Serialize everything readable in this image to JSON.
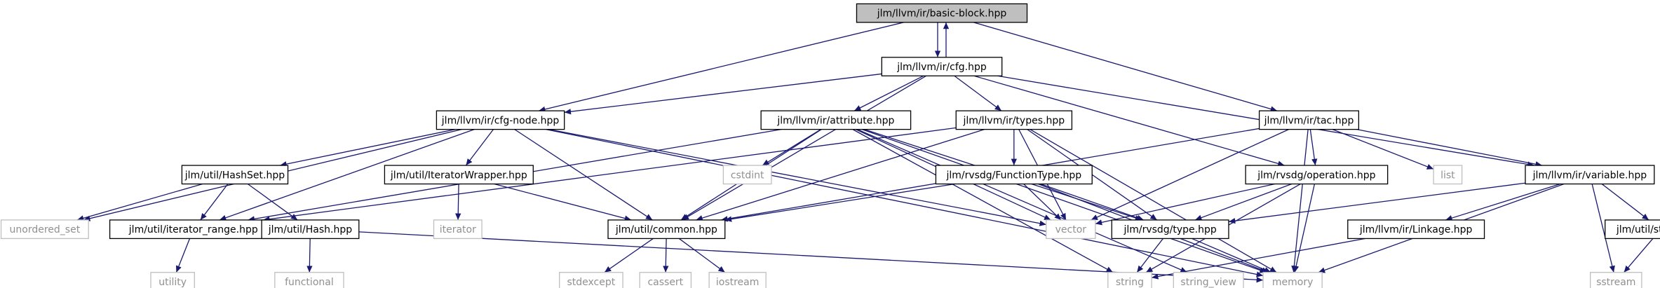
{
  "colors": {
    "edge": "#191970",
    "focus_fill": "#bfbfbf",
    "border": "#000000",
    "leaf_border": "#bfbfbf",
    "text": "#000000",
    "leaf_text": "#909090"
  },
  "nodes": [
    {
      "id": "basic-block",
      "label": "jlm/llvm/ir/basic-block.hpp",
      "kind": "focus"
    },
    {
      "id": "cfg",
      "label": "jlm/llvm/ir/cfg.hpp",
      "kind": "header"
    },
    {
      "id": "cfg-node",
      "label": "jlm/llvm/ir/cfg-node.hpp",
      "kind": "header"
    },
    {
      "id": "attribute",
      "label": "jlm/llvm/ir/attribute.hpp",
      "kind": "header"
    },
    {
      "id": "types",
      "label": "jlm/llvm/ir/types.hpp",
      "kind": "header"
    },
    {
      "id": "tac",
      "label": "jlm/llvm/ir/tac.hpp",
      "kind": "header"
    },
    {
      "id": "hashset",
      "label": "jlm/util/HashSet.hpp",
      "kind": "header"
    },
    {
      "id": "iterwrapper",
      "label": "jlm/util/IteratorWrapper.hpp",
      "kind": "header"
    },
    {
      "id": "cstdint",
      "label": "cstdint",
      "kind": "system"
    },
    {
      "id": "functiontype",
      "label": "jlm/rvsdg/FunctionType.hpp",
      "kind": "header"
    },
    {
      "id": "operation",
      "label": "jlm/rvsdg/operation.hpp",
      "kind": "header"
    },
    {
      "id": "list",
      "label": "list",
      "kind": "system"
    },
    {
      "id": "variable",
      "label": "jlm/llvm/ir/variable.hpp",
      "kind": "header"
    },
    {
      "id": "unordered_set",
      "label": "unordered_set",
      "kind": "system"
    },
    {
      "id": "iterrange",
      "label": "jlm/util/iterator_range.hpp",
      "kind": "header"
    },
    {
      "id": "hash",
      "label": "jlm/util/Hash.hpp",
      "kind": "header"
    },
    {
      "id": "iterator",
      "label": "iterator",
      "kind": "system"
    },
    {
      "id": "common",
      "label": "jlm/util/common.hpp",
      "kind": "header"
    },
    {
      "id": "vector",
      "label": "vector",
      "kind": "system"
    },
    {
      "id": "rvsdgtype",
      "label": "jlm/rvsdg/type.hpp",
      "kind": "header"
    },
    {
      "id": "linkage",
      "label": "jlm/llvm/ir/Linkage.hpp",
      "kind": "header"
    },
    {
      "id": "strfmt",
      "label": "jlm/util/strfmt.hpp",
      "kind": "header"
    },
    {
      "id": "utility",
      "label": "utility",
      "kind": "system"
    },
    {
      "id": "functional",
      "label": "functional",
      "kind": "system"
    },
    {
      "id": "stdexcept",
      "label": "stdexcept",
      "kind": "system"
    },
    {
      "id": "cassert",
      "label": "cassert",
      "kind": "system"
    },
    {
      "id": "iostream",
      "label": "iostream",
      "kind": "system"
    },
    {
      "id": "string",
      "label": "string",
      "kind": "system"
    },
    {
      "id": "string_view",
      "label": "string_view",
      "kind": "system"
    },
    {
      "id": "memory",
      "label": "memory",
      "kind": "system"
    },
    {
      "id": "sstream",
      "label": "sstream",
      "kind": "system"
    }
  ],
  "edges": [
    [
      "basic-block",
      "cfg"
    ],
    [
      "basic-block",
      "cfg-node"
    ],
    [
      "basic-block",
      "tac"
    ],
    [
      "cfg",
      "basic-block"
    ],
    [
      "cfg",
      "cfg-node"
    ],
    [
      "cfg",
      "attribute"
    ],
    [
      "cfg",
      "types"
    ],
    [
      "cfg",
      "common"
    ],
    [
      "cfg",
      "operation"
    ],
    [
      "cfg",
      "variable"
    ],
    [
      "cfg-node",
      "hashset"
    ],
    [
      "cfg-node",
      "iterwrapper"
    ],
    [
      "cfg-node",
      "unordered_set"
    ],
    [
      "cfg-node",
      "iterrange"
    ],
    [
      "cfg-node",
      "common"
    ],
    [
      "cfg-node",
      "vector"
    ],
    [
      "cfg-node",
      "memory"
    ],
    [
      "attribute",
      "cstdint"
    ],
    [
      "attribute",
      "common"
    ],
    [
      "attribute",
      "rvsdgtype"
    ],
    [
      "attribute",
      "vector"
    ],
    [
      "attribute",
      "string"
    ],
    [
      "attribute",
      "string_view"
    ],
    [
      "attribute",
      "memory"
    ],
    [
      "attribute",
      "iterrange"
    ],
    [
      "types",
      "functiontype"
    ],
    [
      "types",
      "common"
    ],
    [
      "types",
      "rvsdgtype"
    ],
    [
      "types",
      "vector"
    ],
    [
      "types",
      "memory"
    ],
    [
      "types",
      "iterrange"
    ],
    [
      "tac",
      "operation"
    ],
    [
      "tac",
      "variable"
    ],
    [
      "tac",
      "list"
    ],
    [
      "tac",
      "common"
    ],
    [
      "tac",
      "vector"
    ],
    [
      "tac",
      "memory"
    ],
    [
      "hashset",
      "unordered_set"
    ],
    [
      "hashset",
      "iterrange"
    ],
    [
      "hashset",
      "hash"
    ],
    [
      "iterwrapper",
      "iterator"
    ],
    [
      "iterwrapper",
      "common"
    ],
    [
      "functiontype",
      "common"
    ],
    [
      "functiontype",
      "rvsdgtype"
    ],
    [
      "functiontype",
      "vector"
    ],
    [
      "functiontype",
      "memory"
    ],
    [
      "operation",
      "rvsdgtype"
    ],
    [
      "operation",
      "vector"
    ],
    [
      "operation",
      "memory"
    ],
    [
      "operation",
      "string"
    ],
    [
      "variable",
      "rvsdgtype"
    ],
    [
      "variable",
      "linkage"
    ],
    [
      "variable",
      "strfmt"
    ],
    [
      "variable",
      "sstream"
    ],
    [
      "variable",
      "memory"
    ],
    [
      "iterrange",
      "utility"
    ],
    [
      "hash",
      "functional"
    ],
    [
      "hash",
      "memory"
    ],
    [
      "common",
      "stdexcept"
    ],
    [
      "common",
      "cassert"
    ],
    [
      "common",
      "iostream"
    ],
    [
      "rvsdgtype",
      "string"
    ],
    [
      "rvsdgtype",
      "memory"
    ],
    [
      "linkage",
      "string"
    ],
    [
      "strfmt",
      "sstream"
    ]
  ]
}
